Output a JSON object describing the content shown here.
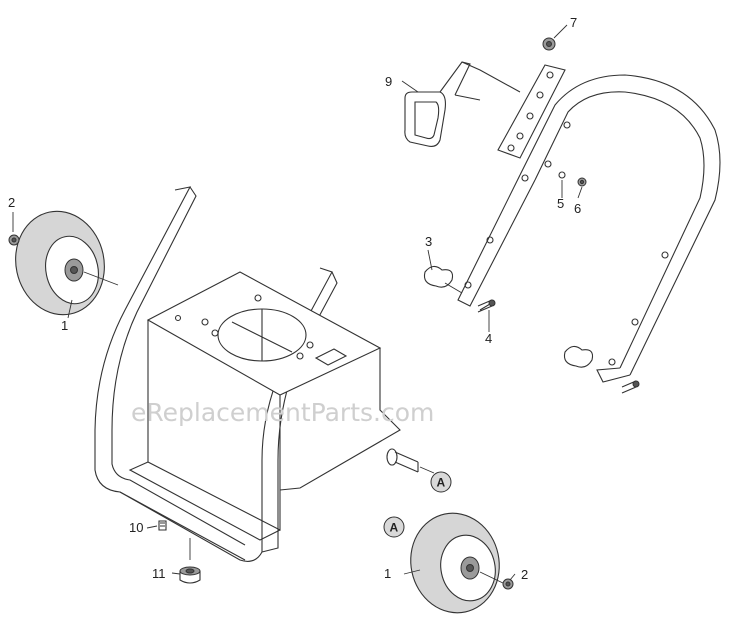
{
  "watermark": "eReplacementParts.com",
  "callouts": {
    "c1_left": "1",
    "c1_right": "1",
    "c2_left": "2",
    "c2_right": "2",
    "c3": "3",
    "c4": "4",
    "c5": "5",
    "c6": "6",
    "c7": "7",
    "c9": "9",
    "c10": "10",
    "c11": "11"
  },
  "ref_markers": {
    "a_axle": "A",
    "a_wheel": "A"
  },
  "colors": {
    "line": "#333333",
    "tread": "#d6d6d6",
    "watermark": "#cfcfcf"
  }
}
